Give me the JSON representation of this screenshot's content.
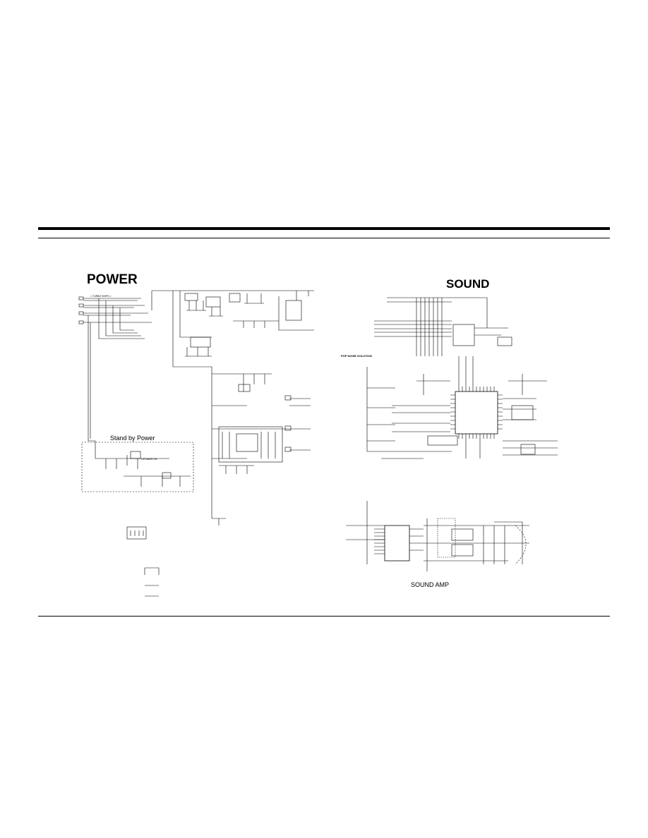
{
  "page": {
    "power_title": "POWER",
    "sound_title": "SOUND",
    "standby_title": "Stand by Power",
    "sound_amp_title": "SOUND AMP",
    "pop_noise_label": "POP NOISE SOLUTION",
    "turbo_label": "< TURBO SHIPS >",
    "power_on_label": "L/POWER ON"
  }
}
